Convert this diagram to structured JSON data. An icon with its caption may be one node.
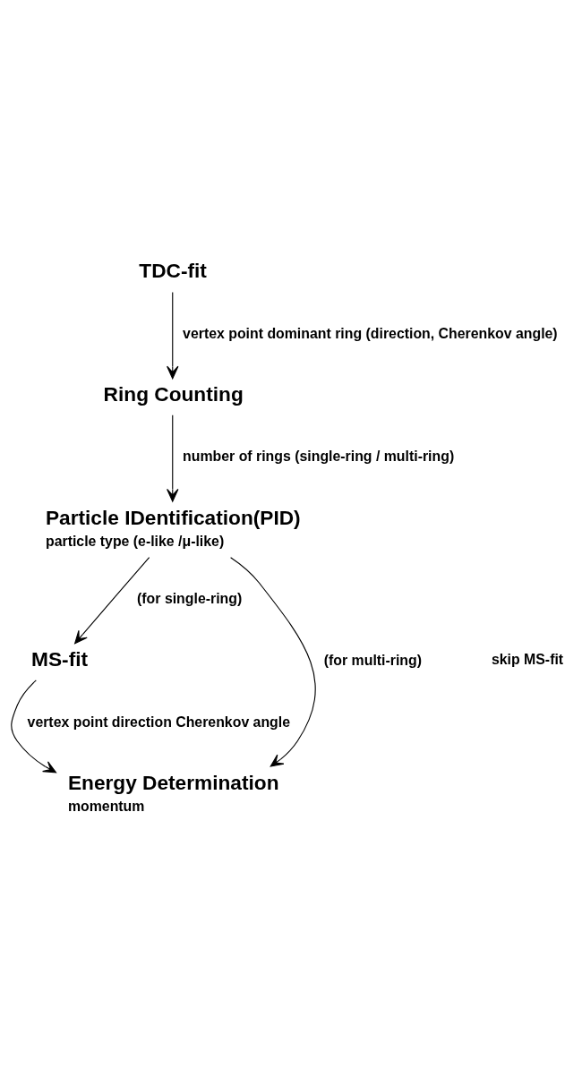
{
  "diagram": {
    "nodes": [
      {
        "text": [
          "TDC-fit"
        ]
      },
      {
        "text": [
          "Ring Counting"
        ]
      },
      {
        "text": [
          "Particle IDentification(PID)"
        ],
        "beside": [
          "particle type (e-like /μ-like)"
        ]
      },
      {
        "text": [
          "MS-fit"
        ]
      },
      {
        "text": [
          "Energy Determination"
        ],
        "beside": [
          "momentum"
        ]
      }
    ],
    "edges": [
      {
        "from": 0,
        "to": 1,
        "arrow": "to",
        "label": "vertex point dominant ring (direction, Cherenkov angle)"
      },
      {
        "from": 1,
        "to": 2,
        "arrow": "to",
        "label": "number of rings (single-ring / multi-ring)"
      },
      {
        "from": 2,
        "to": 3,
        "arrow": "to",
        "label": "(for single-ring)"
      },
      {
        "from": 2,
        "to": 4,
        "arrow": "to",
        "label": "(for multi-ring)"
      },
      {
        "from": 3,
        "to": 4,
        "arrow": "to",
        "label": "vertex point direction Cherenkov angle"
      }
    ],
    "labels": [
      "skip MS-fit"
    ]
  }
}
